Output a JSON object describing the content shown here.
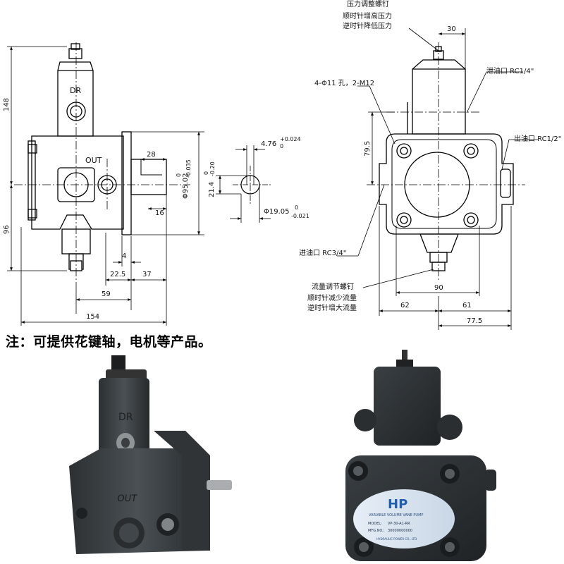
{
  "labels": {
    "dr": "DR",
    "out": "OUT",
    "dim_148": "148",
    "dim_96": "96",
    "dim_28": "28",
    "dim_16": "16",
    "dim_phi_body": "Φ95.02",
    "tol_body_top": "0",
    "tol_body_bot": "-0.035",
    "dim_4": "4",
    "dim_22_5": "22.5",
    "dim_37": "37",
    "dim_59": "59",
    "dim_154": "154",
    "key_width": "4.76",
    "key_tol_top": "+0.024",
    "key_tol_bot": "0",
    "key_height": "21.4",
    "key_h_tol_top": "0",
    "key_h_tol_bot": "-0.20",
    "shaft_dia": "Φ19.05",
    "shaft_tol_top": "0",
    "shaft_tol_bot": "-0.021",
    "pressure_title": "压力调整螺钉",
    "pressure_cw": "顺时针增高压力",
    "pressure_ccw": "逆时针降低压力",
    "dim_30": "30",
    "holes": "4-Φ11 孔，2-M12",
    "drain_port": "泄油口 RC1/4\"",
    "dim_79_5": "79.5",
    "outlet_port": "出油口 RC1/2\"",
    "inlet_port": "进油口 RC3/4\"",
    "flow_title": "流量调节螺钉",
    "flow_cw": "顺时针减少流量",
    "flow_ccw": "逆时针增大流量",
    "dim_90": "90",
    "dim_62": "62",
    "dim_61": "61",
    "dim_77_5": "77.5"
  },
  "note": "注：可提供花键轴，电机等产品。",
  "photo_left": {
    "cover_text": "DR",
    "body_text": "OUT"
  },
  "photo_right": {
    "logo": "HP",
    "plate_title": "VARIABLE VOLUME VANE PUMP",
    "model_label": "MODEL:",
    "model_value": "VP-30-A1-RR",
    "mfg_label": "MFG.NO.:",
    "mfg_value": "30000000000",
    "maker": "HYDRAULIC POWER CO., LTD"
  }
}
